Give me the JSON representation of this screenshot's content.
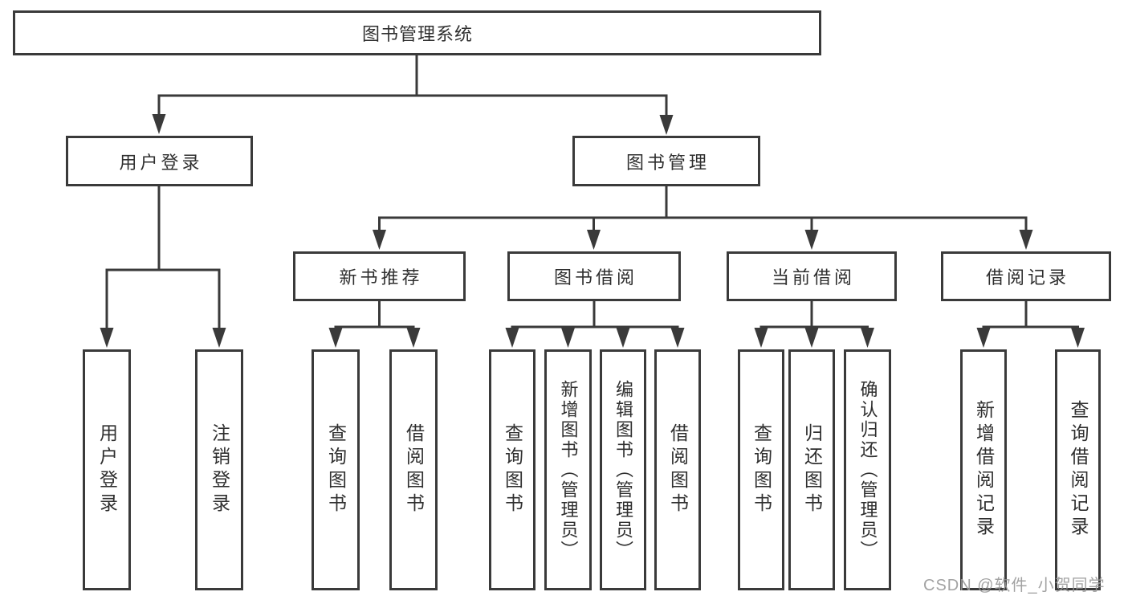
{
  "tree": {
    "label": "图书管理系统",
    "children": [
      {
        "label": "用户登录",
        "children": [
          {
            "label": "用户登录"
          },
          {
            "label": "注销登录"
          }
        ]
      },
      {
        "label": "图书管理",
        "children": [
          {
            "label": "新书推荐",
            "children": [
              {
                "label": "查询图书"
              },
              {
                "label": "借阅图书"
              }
            ]
          },
          {
            "label": "图书借阅",
            "children": [
              {
                "label": "查询图书"
              },
              {
                "label": "新增图书（管理员）"
              },
              {
                "label": "编辑图书（管理员）"
              },
              {
                "label": "借阅图书"
              }
            ]
          },
          {
            "label": "当前借阅",
            "children": [
              {
                "label": "查询图书"
              },
              {
                "label": "归还图书"
              },
              {
                "label": "确认归还（管理员）"
              }
            ]
          },
          {
            "label": "借阅记录",
            "children": [
              {
                "label": "新增借阅记录"
              },
              {
                "label": "查询借阅记录"
              }
            ]
          }
        ]
      }
    ]
  },
  "watermark": {
    "text": "CSDN @软件_小贺同学"
  },
  "colors": {
    "line": "#3a3a3a",
    "box_border": "#3a3a3a",
    "box_fill": "#ffffff",
    "text": "#2f2f2f",
    "watermark": "#969696",
    "background": "#ffffff"
  }
}
